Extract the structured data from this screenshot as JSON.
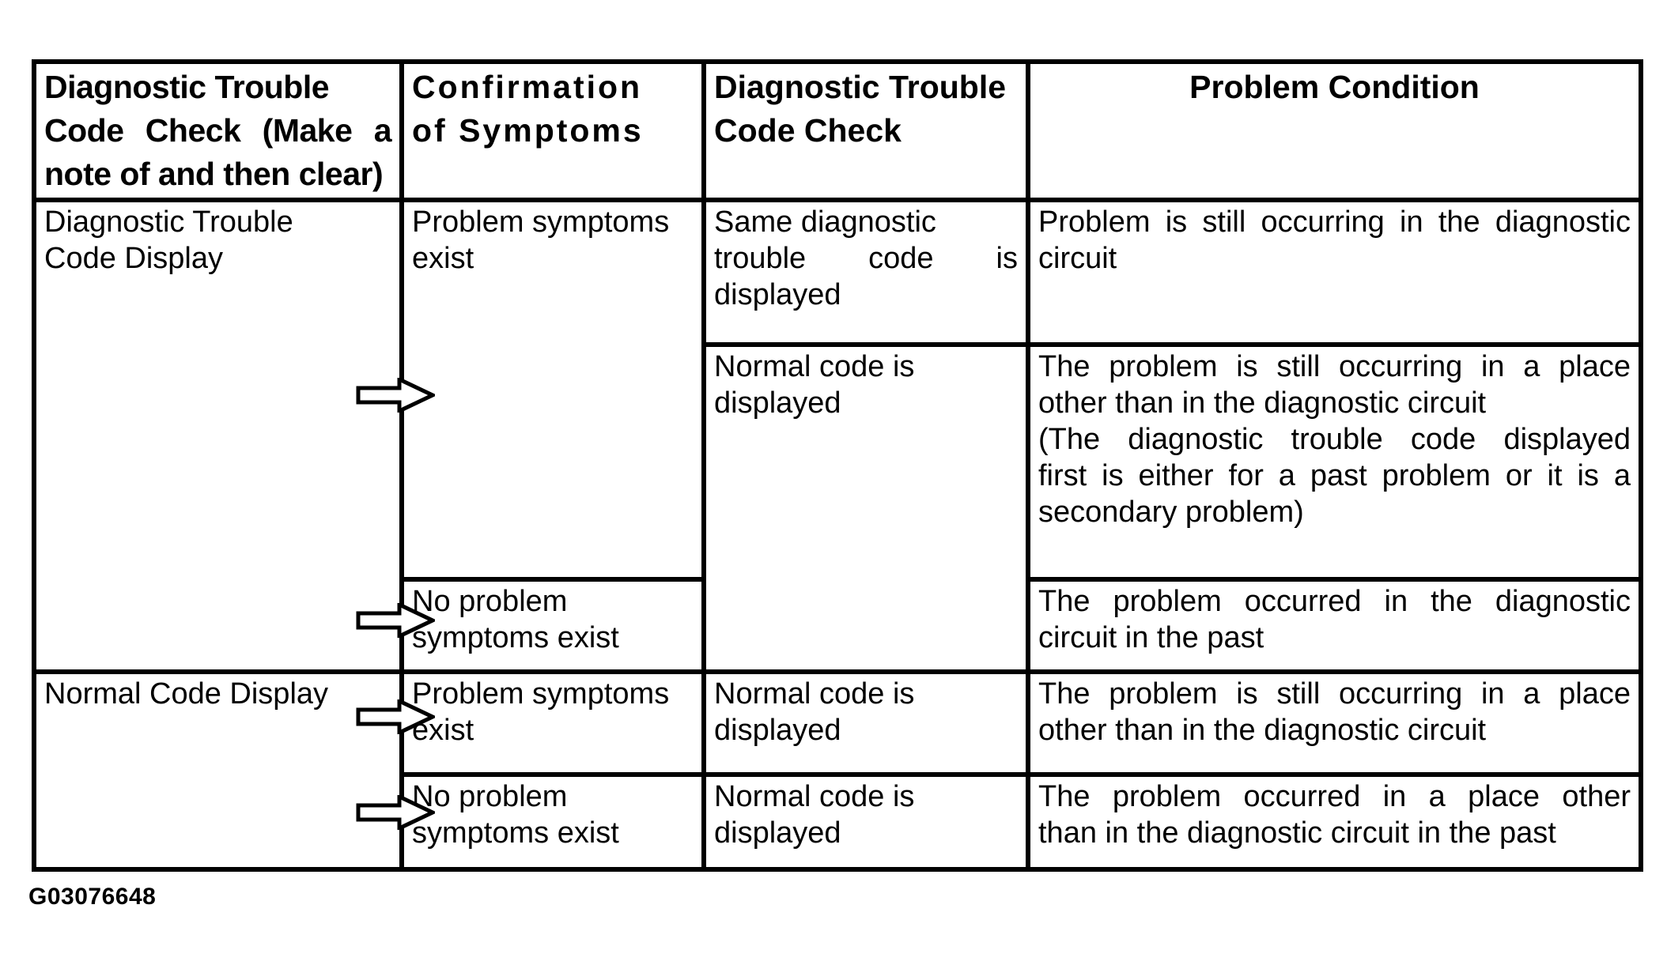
{
  "page": {
    "background": "#ffffff",
    "text_color": "#000000",
    "caption": "G03076648"
  },
  "icons": {
    "flow_arrow": "⇨ outline right arrow"
  },
  "table": {
    "border_color": "#000000",
    "columns": [
      {
        "id": "dtc_check_note",
        "header_lines": [
          "Diagnostic Trouble",
          "Code Check (Make a",
          "note of and then clear)"
        ]
      },
      {
        "id": "confirmation",
        "header_lines": [
          "Confirmation",
          "of Symptoms"
        ]
      },
      {
        "id": "dtc_check",
        "header_lines": [
          "Diagnostic Trouble",
          "Code Check"
        ]
      },
      {
        "id": "problem_condition",
        "header_lines": [
          "Problem Condition"
        ]
      }
    ],
    "cells": {
      "r1c1": {
        "lines": [
          "Diagnostic Trouble",
          "Code Display"
        ]
      },
      "r1c2": {
        "lines": [
          "Problem symptoms",
          "exist"
        ]
      },
      "r1c3": {
        "lines": [
          "Same diagnostic",
          "trouble code is",
          "displayed"
        ]
      },
      "r1c4": {
        "lines": [
          "Problem is still occurring in the diagnostic",
          "circuit"
        ]
      },
      "r2c3": {
        "lines": [
          "Normal code is",
          "displayed"
        ]
      },
      "r2c4": {
        "lines": [
          "The problem is still occurring in a place",
          "other than in the diagnostic circuit",
          "(The diagnostic trouble code displayed",
          "first is either for a past problem or it is a",
          "secondary problem)"
        ]
      },
      "r3c2": {
        "lines": [
          "No problem",
          "symptoms exist"
        ]
      },
      "r3c4": {
        "lines": [
          "The problem occurred in the diagnostic",
          "circuit in the past"
        ]
      },
      "r4c1": {
        "lines": [
          "Normal Code Display"
        ]
      },
      "r4c2": {
        "lines": [
          "Problem symptoms",
          "exist"
        ]
      },
      "r4c3": {
        "lines": [
          "Normal code is",
          "displayed"
        ]
      },
      "r4c4": {
        "lines": [
          "The problem is still occurring in a place",
          "other than in the diagnostic circuit"
        ]
      },
      "r5c2": {
        "lines": [
          "No problem",
          "symptoms exist"
        ]
      },
      "r5c3": {
        "lines": [
          "Normal code is",
          "displayed"
        ]
      },
      "r5c4": {
        "lines": [
          "The problem occurred in a place other",
          "than in the diagnostic circuit in the past"
        ]
      }
    }
  }
}
